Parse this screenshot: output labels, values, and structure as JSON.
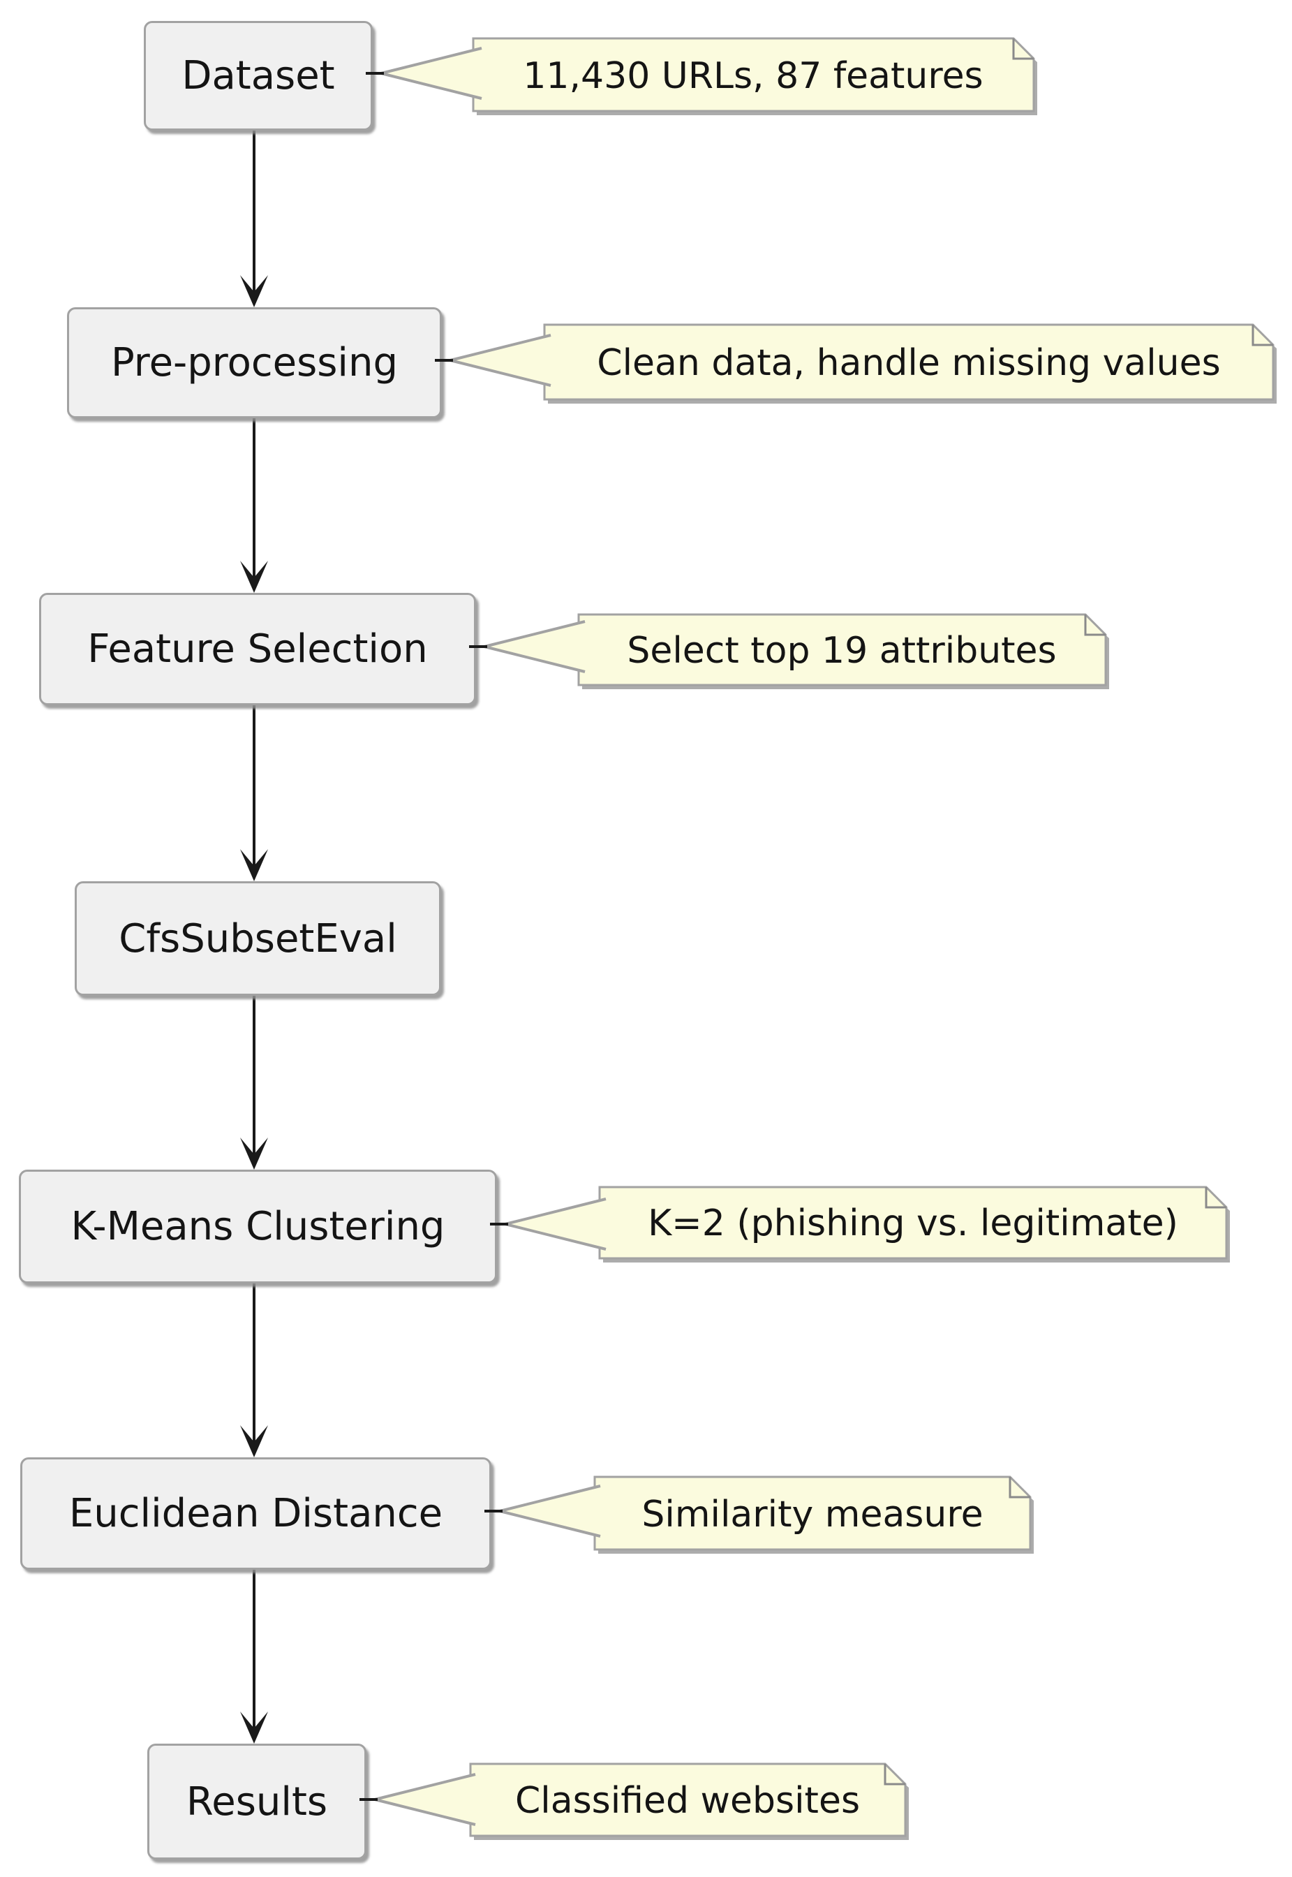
{
  "diagram": {
    "type": "flowchart",
    "nodes": [
      {
        "id": "dataset",
        "label": "Dataset",
        "note": "11,430 URLs, 87 features"
      },
      {
        "id": "preprocessing",
        "label": "Pre-processing",
        "note": "Clean data, handle missing values"
      },
      {
        "id": "feature-selection",
        "label": "Feature Selection",
        "note": "Select top 19 attributes"
      },
      {
        "id": "cfssubseteval",
        "label": "CfsSubsetEval",
        "note": null
      },
      {
        "id": "kmeans-clustering",
        "label": "K-Means Clustering",
        "note": "K=2 (phishing vs. legitimate)"
      },
      {
        "id": "euclidean-distance",
        "label": "Euclidean Distance",
        "note": "Similarity measure"
      },
      {
        "id": "results",
        "label": "Results",
        "note": "Classified websites"
      }
    ],
    "edges": [
      {
        "from": "dataset",
        "to": "preprocessing"
      },
      {
        "from": "preprocessing",
        "to": "feature-selection"
      },
      {
        "from": "feature-selection",
        "to": "cfssubseteval"
      },
      {
        "from": "cfssubseteval",
        "to": "kmeans-clustering"
      },
      {
        "from": "kmeans-clustering",
        "to": "euclidean-distance"
      },
      {
        "from": "euclidean-distance",
        "to": "results"
      }
    ],
    "colors": {
      "node_fill": "#F0F0F0",
      "node_border": "#A2A2A2",
      "note_fill": "#FBFBDE",
      "note_border": "#A2A2A2",
      "arrow": "#1A1A1A",
      "background": "#FFFFFF"
    }
  }
}
